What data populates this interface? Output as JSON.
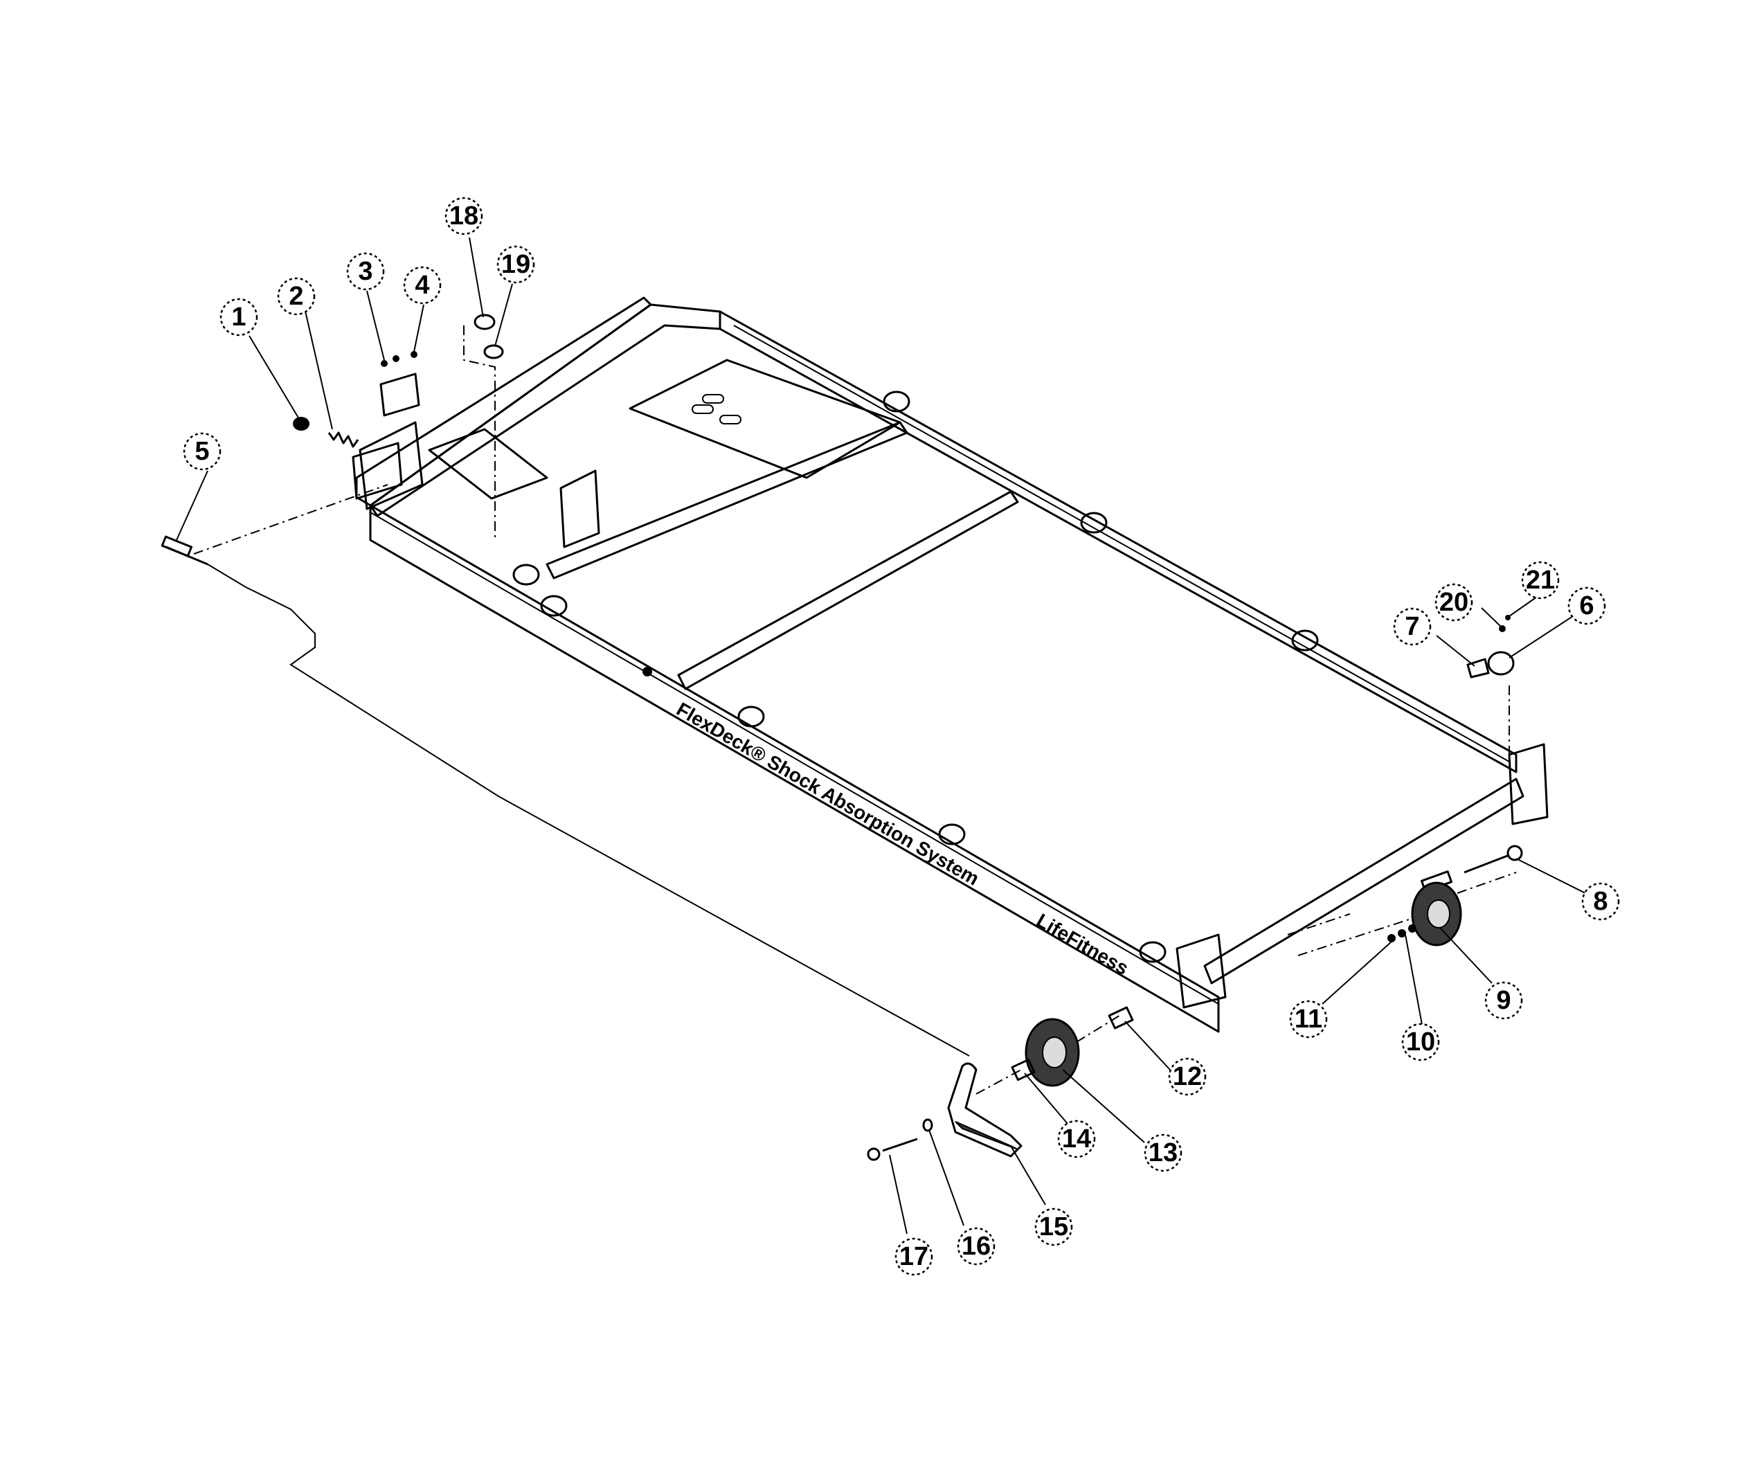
{
  "frame": {
    "label": "FlexDeck® Shock Absorption System",
    "brand": "LifeFitness"
  },
  "callouts": [
    "1",
    "2",
    "3",
    "4",
    "5",
    "6",
    "7",
    "8",
    "9",
    "10",
    "11",
    "12",
    "13",
    "14",
    "15",
    "16",
    "17",
    "18",
    "19",
    "20",
    "21"
  ]
}
